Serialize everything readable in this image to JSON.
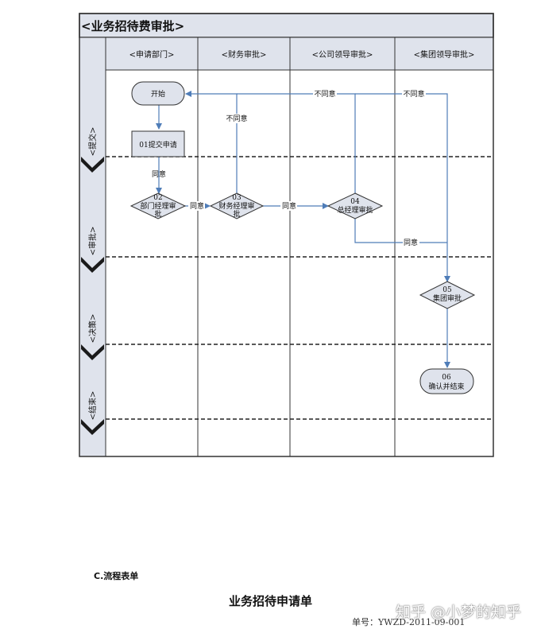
{
  "diagram": {
    "title": "<业务招待费审批>",
    "columns": [
      "<申请部门>",
      "<财务审批>",
      "<公司领导审批>",
      "<集团领导审批>"
    ],
    "rows": [
      "<提交>",
      "<审批>",
      "<决策>",
      "<结束>"
    ],
    "nodes": {
      "start": {
        "label": "开始"
      },
      "n01": {
        "label": "01提交申请"
      },
      "n02": {
        "num": "02",
        "label": "部门经理审",
        "label2": "批"
      },
      "n03": {
        "num": "03",
        "label": "财务经理审",
        "label2": "批"
      },
      "n04": {
        "num": "04",
        "label": "总经理审批"
      },
      "n05": {
        "num": "05",
        "label": "集团审批"
      },
      "n06": {
        "num": "06",
        "label": "确认并结束"
      }
    },
    "edge_labels": {
      "agree_01_02": "同意",
      "agree_02_03": "同意",
      "agree_03_04": "同意",
      "agree_04_05": "同意",
      "disagree_03": "不同意",
      "disagree_04": "不同意",
      "disagree_05": "不同意"
    },
    "colors": {
      "frame": "#333333",
      "header_bg": "#dfe3ec",
      "arrow": "#4f7db8"
    }
  },
  "section_title": "C.流程表单",
  "form_title": "业务招待申请单",
  "form_number": "单号：YWZD-2011-09-001",
  "watermark": "知乎 @小梦的知乎"
}
